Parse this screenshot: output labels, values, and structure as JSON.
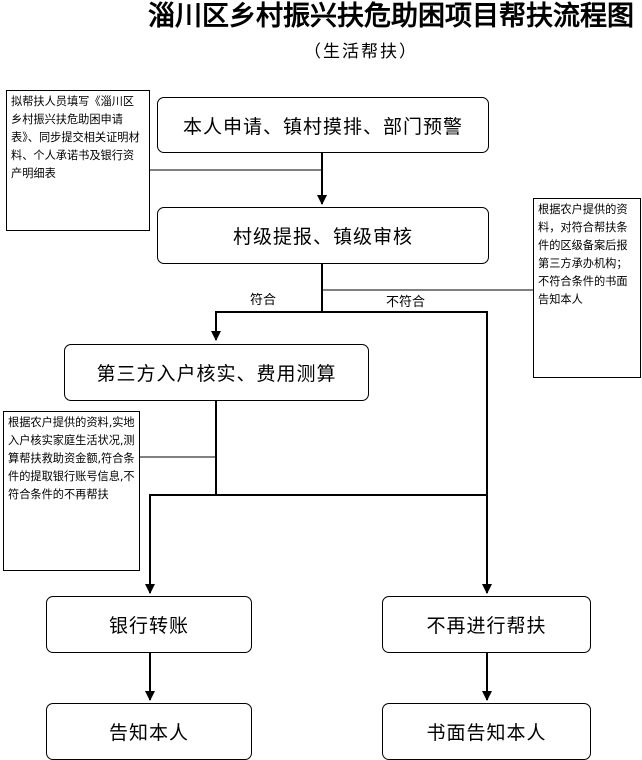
{
  "header": {
    "title": "淄川区乡村振兴扶危助困项目帮扶流程图",
    "subtitle": "（生活帮扶）"
  },
  "steps": {
    "apply": "本人申请、镇村摸排、部门预警",
    "review": "村级提报、镇级审核",
    "verify": "第三方入户核实、费用测算",
    "transfer": "银行转账",
    "no_support": "不再进行帮扶",
    "notify": "告知本人",
    "notify_written": "书面告知本人"
  },
  "branches": {
    "eligible": "符合",
    "ineligible": "不符合"
  },
  "notes": {
    "apply_note": "拟帮扶人员填写《淄川区乡村振兴扶危助困申请表》、同步提交相关证明材料、个人承诺书及银行资产明细表",
    "review_note": "根据农户提供的资料，对符合帮扶条件的区级备案后报第三方承办机构；不符合条件的书面告知本人",
    "verify_note": "根据农户提供的资料,实地入户核实家庭生活状况,测算帮扶救助资金额,符合条件的提取银行账号信息,不符合条件的不再帮扶"
  }
}
